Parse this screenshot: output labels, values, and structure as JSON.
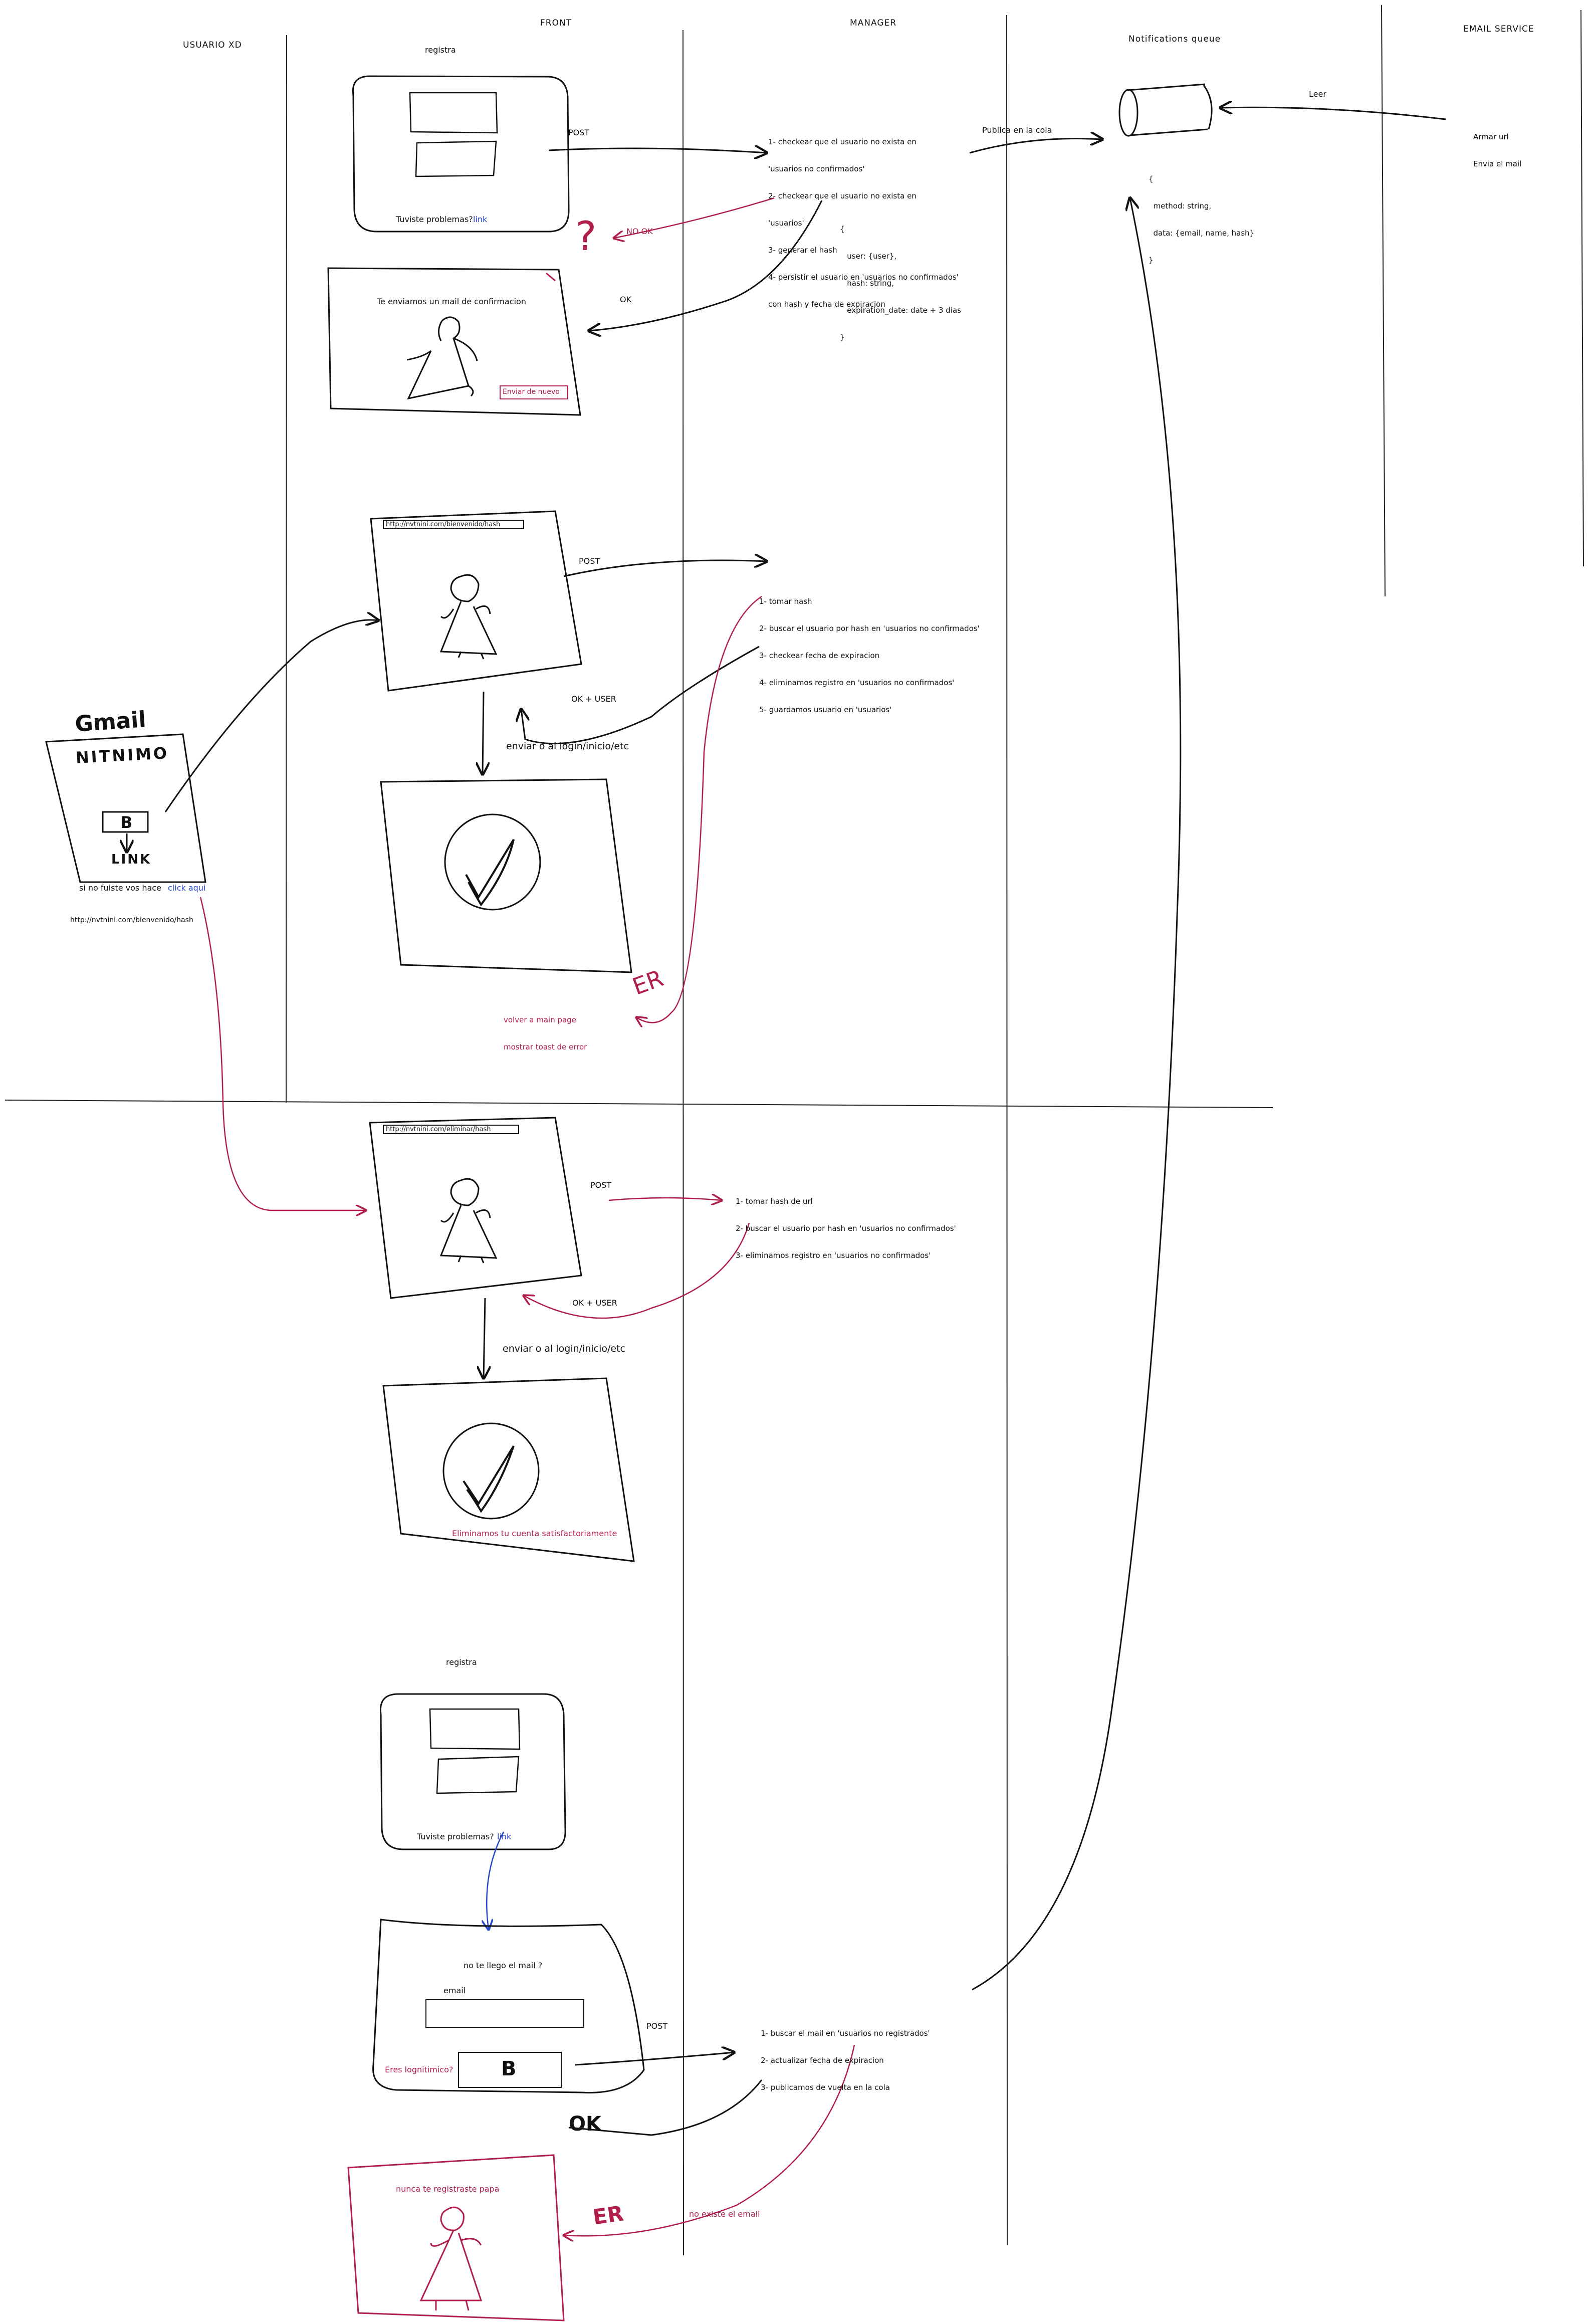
{
  "lanes": {
    "usuario": "USUARIO XD",
    "front": "FRONT",
    "manager": "MANAGER",
    "queue": "Notifications queue",
    "email": "EMAIL SERVICE"
  },
  "registro": {
    "title": "registra",
    "help_text": "Tuviste problemas?",
    "help_link": "link",
    "post": "POST",
    "no_ok": "NO OK",
    "question_mark": "?",
    "ok": "OK"
  },
  "manager_register": {
    "steps": [
      "1- checkear que el usuario no exista en",
      "'usuarios no confirmados'",
      "2- checkear que el usuario no exista en",
      "'usuarios'",
      "3- generar el hash",
      "4- persistir el usuario en 'usuarios no confirmados'",
      "con hash y fecha de expiracion"
    ],
    "payload": [
      "{",
      "   user: {user},",
      "   hash: string,",
      "   expiration_date: date + 3 dias",
      "}"
    ],
    "publish": "Publica en la cola"
  },
  "queue": {
    "payload": [
      "{",
      "  method: string,",
      "  data: {email, name, hash}",
      "}"
    ]
  },
  "email_service": {
    "read": "Leer",
    "steps": [
      "Armar url",
      "Envia el mail"
    ]
  },
  "confirm_sent": {
    "message": "Te enviamos un mail de confirmacion",
    "resend": "Enviar de nuevo"
  },
  "confirm_flow": {
    "url": "http://nvtnini.com/bienvenido/hash",
    "post": "POST",
    "steps": [
      "1- tomar hash",
      "2- buscar el usuario por hash en 'usuarios no confirmados'",
      "3- checkear fecha de expiracion",
      "4- eliminamos registro en 'usuarios no confirmados'",
      "5- guardamos usuario en 'usuarios'"
    ],
    "ok_user": "OK + USER",
    "redirect": "enviar o al login/inicio/etc",
    "err": "ER",
    "err_steps": [
      "volver a main page",
      "mostrar toast de error"
    ]
  },
  "gmail": {
    "title": "Gmail",
    "brand": "NITNIMO",
    "button": "B",
    "link_word": "LINK",
    "not_you": "si no fuiste vos hace",
    "click_here": "click aqui",
    "url": "http://nvtnini.com/bienvenido/hash"
  },
  "delete_flow": {
    "url": "http://nvtnini.com/eliminar/hash",
    "post": "POST",
    "steps": [
      "1- tomar hash de url",
      "2- buscar el usuario por hash en 'usuarios no confirmados'",
      "3- eliminamos registro en 'usuarios no confirmados'"
    ],
    "ok_user": "OK + USER",
    "redirect": "enviar o al login/inicio/etc",
    "success": "Eliminamos tu cuenta satisfactoriamente"
  },
  "resend_flow": {
    "title": "registra",
    "help_text": "Tuviste problemas?",
    "help_link": "link",
    "question": "no te llego el mail ?",
    "email_label": "email",
    "email_value": "",
    "captcha_label": "Eres lognitimico?",
    "captcha_button": "B",
    "post": "POST",
    "steps": [
      "1- buscar el mail en 'usuarios no registrados'",
      "2- actualizar fecha de expiracion",
      "3- publicamos de vuelta en la cola"
    ],
    "ok": "OK",
    "err": "ER",
    "no_email": "no existe el email",
    "never_registered": "nunca te registraste papa"
  },
  "colors": {
    "ink": "#111111",
    "red": "#b01e4a",
    "blue": "#2747c9"
  }
}
